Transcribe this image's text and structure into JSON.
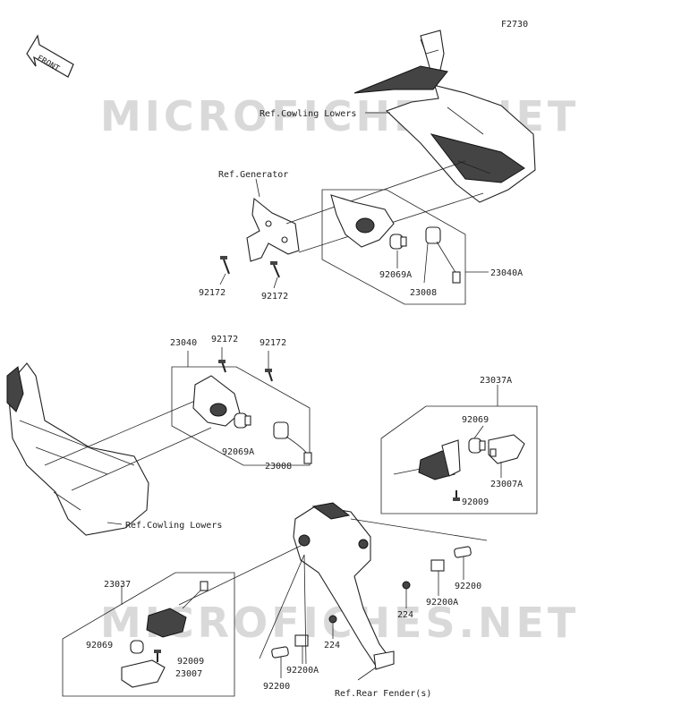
{
  "diagram_code": "F2730",
  "front_label": "FRONT",
  "watermark": "MICROFICHES.NET",
  "labels": {
    "ref_cowling_lowers_top": "Ref.Cowling Lowers",
    "ref_generator": "Ref.Generator",
    "p92172_a": "92172",
    "p92172_b": "92172",
    "p92069A_top": "92069A",
    "p23008_top": "23008",
    "p23040A": "23040A",
    "p23040": "23040",
    "p92172_c": "92172",
    "p92172_d": "92172",
    "p92069A_mid": "92069A",
    "p23008_mid": "23008",
    "ref_cowling_lowers_mid": "Ref.Cowling Lowers",
    "p23037A": "23037A",
    "p92069_right": "92069",
    "p23007A": "23007A",
    "p92009_right": "92009",
    "p23037": "23037",
    "p92069_left": "92069",
    "p92009_left": "92009",
    "p23007": "23007",
    "p224_a": "224",
    "p224_b": "224",
    "p92200A_a": "92200A",
    "p92200_a": "92200",
    "p92200A_b": "92200A",
    "p92200_b": "92200",
    "ref_rear_fender": "Ref.Rear Fender(s)"
  }
}
